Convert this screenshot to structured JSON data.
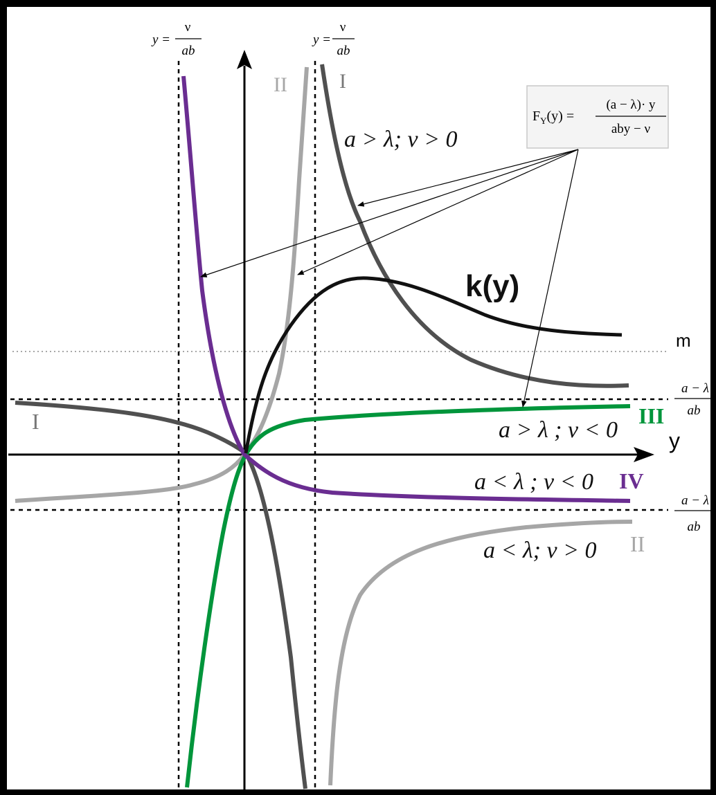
{
  "asymptote_labels": {
    "left_y": "y =",
    "left_num": "ν",
    "left_den": "ab",
    "right_y": "y =",
    "right_num": "ν",
    "right_den": "ab",
    "upper_h_num": "a − λ",
    "upper_h_den": "ab",
    "lower_h_num": "a − λ",
    "lower_h_den": "ab"
  },
  "axis": {
    "y_label": "y"
  },
  "formula": {
    "lhs": "F",
    "lhs_sub": "Y",
    "lhs_arg": "(y) =",
    "numerator": "(a − λ)· y",
    "denominator": "aby − ν"
  },
  "curve_labels": {
    "k": "k(y)",
    "m": "m",
    "case_1": "a > λ; ν > 0",
    "case_2": "a > λ ; ν < 0",
    "case_3": "a < λ ; ν < 0",
    "case_4": "a < λ; ν > 0"
  },
  "roman_labels": {
    "I_top": "I",
    "II_top": "II",
    "I_left": "I",
    "II_right": "II",
    "III": "III",
    "IV": "IV"
  },
  "colors": {
    "curve_I": "#505050",
    "curve_II": "#a6a6a6",
    "curve_III": "#00953b",
    "curve_IV": "#6a2d91",
    "curve_k": "#111111",
    "axes": "#000000",
    "frame": "#000000"
  }
}
